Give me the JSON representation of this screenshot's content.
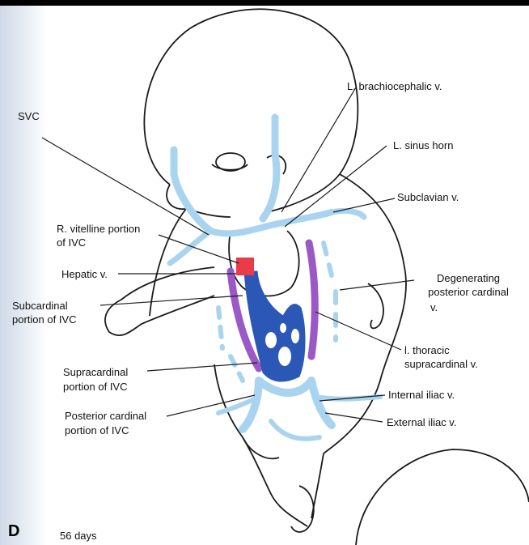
{
  "figure": {
    "panel_letter": "D",
    "caption": "56 days",
    "colors": {
      "light_vessel": "#a9d4ef",
      "ivc_dark": "#2b58b7",
      "supracardinal_purple": "#9b59c7",
      "hepatic_red": "#ea3b4a",
      "outline": "#1a1a1a"
    }
  },
  "labels": {
    "svc": "SVC",
    "l_brachiocephalic": "L. brachiocephalic v.",
    "l_sinus_horn": "L. sinus horn",
    "subclavian": "Subclavian v.",
    "r_vitelline_1": "R. vitelline portion",
    "r_vitelline_2": "of IVC",
    "hepatic": "Hepatic v.",
    "subcardinal_1": "Subcardinal",
    "subcardinal_2": "portion of IVC",
    "degenerating_1": "Degenerating",
    "degenerating_2": "posterior cardinal",
    "degenerating_3": "v.",
    "l_thoracic_1": "l. thoracic",
    "l_thoracic_2": "supracardinal v.",
    "supracardinal_1": "Supracardinal",
    "supracardinal_2": "portion of IVC",
    "internal_iliac": "Internal iliac v.",
    "posterior_cardinal_1": "Posterior cardinal",
    "posterior_cardinal_2": "portion of IVC",
    "external_iliac": "External iliac v."
  }
}
